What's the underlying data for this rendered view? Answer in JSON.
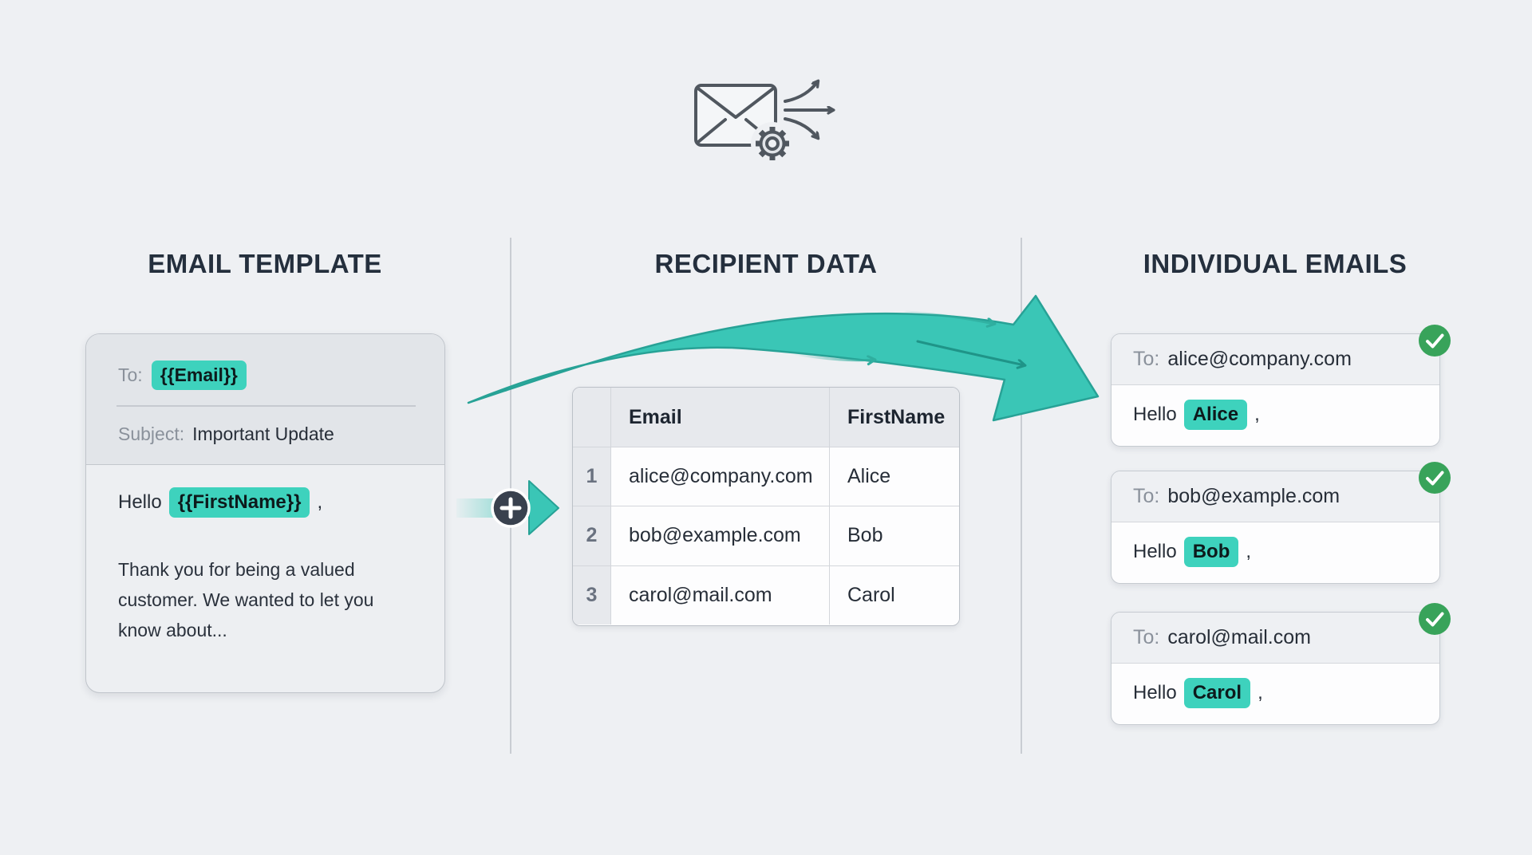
{
  "columns": {
    "template": {
      "heading": "EMAIL TEMPLATE"
    },
    "recipients": {
      "heading": "RECIPIENT DATA"
    },
    "individual": {
      "heading": "INDIVIDUAL EMAILS"
    }
  },
  "template_card": {
    "to_label": "To:",
    "to_value": "{{Email}}",
    "subject_label": "Subject:",
    "subject_value": "Important Update",
    "greeting_prefix": "Hello",
    "greeting_var": "{{FirstName}}",
    "greeting_suffix": ",",
    "body_text": "Thank you for being a valued customer. We wanted to let you know about..."
  },
  "recipient_table": {
    "headers": {
      "email": "Email",
      "first_name": "FirstName"
    },
    "rows": [
      {
        "num": "1",
        "email": "alice@company.com",
        "first_name": "Alice"
      },
      {
        "num": "2",
        "email": "bob@example.com",
        "first_name": "Bob"
      },
      {
        "num": "3",
        "email": "carol@mail.com",
        "first_name": "Carol"
      }
    ]
  },
  "individual_emails": {
    "cards": [
      {
        "to_label": "To:",
        "to_value": "alice@company.com",
        "greeting_prefix": "Hello",
        "name": "Alice",
        "greeting_suffix": ","
      },
      {
        "to_label": "To:",
        "to_value": "bob@example.com",
        "greeting_prefix": "Hello",
        "name": "Bob",
        "greeting_suffix": ","
      },
      {
        "to_label": "To:",
        "to_value": "carol@mail.com",
        "greeting_prefix": "Hello",
        "name": "Carol",
        "greeting_suffix": ","
      }
    ]
  },
  "colors": {
    "page_bg": "#eef0f3",
    "accent_highlight": "#3ed2bd",
    "arrow_teal": "#3ac6b6",
    "arrow_edge": "#27a296",
    "badge_green": "#38a35a",
    "plus_circle": "#39414e",
    "heading_text": "#242f3d"
  }
}
